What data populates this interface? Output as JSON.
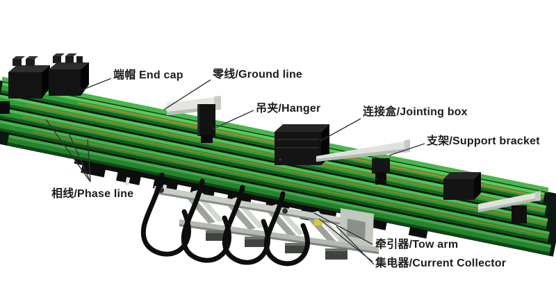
{
  "figure": {
    "description": "Labeled product diagram of a crane conductor-rail (busbar) system",
    "labels": [
      {
        "id": "end-cap",
        "text": "端帽 End cap"
      },
      {
        "id": "ground-line",
        "text": "零线/Ground line"
      },
      {
        "id": "hanger",
        "text": "吊夹/Hanger"
      },
      {
        "id": "jointing-box",
        "text": "连接盒/Jointing box"
      },
      {
        "id": "support-bracket",
        "text": "支架/Support bracket"
      },
      {
        "id": "phase-line",
        "text": "相线/Phase line"
      },
      {
        "id": "tow-arm",
        "text": "牵引器/Tow arm"
      },
      {
        "id": "current-collector",
        "text": "集电器/Current Collector"
      }
    ],
    "palette": {
      "background": "#ffffff",
      "rail_green": "#2f9f37",
      "rail_green_light": "#5dc95f",
      "rail_green_dark": "#176422",
      "copper_strip": "#b5802f",
      "hardware_black": "#141414",
      "bracket_silver": "#e2e5e0",
      "collector_silver": "#c9cec7",
      "cable_black": "#0d0d0d",
      "label_text": "#1b1b1b"
    }
  }
}
